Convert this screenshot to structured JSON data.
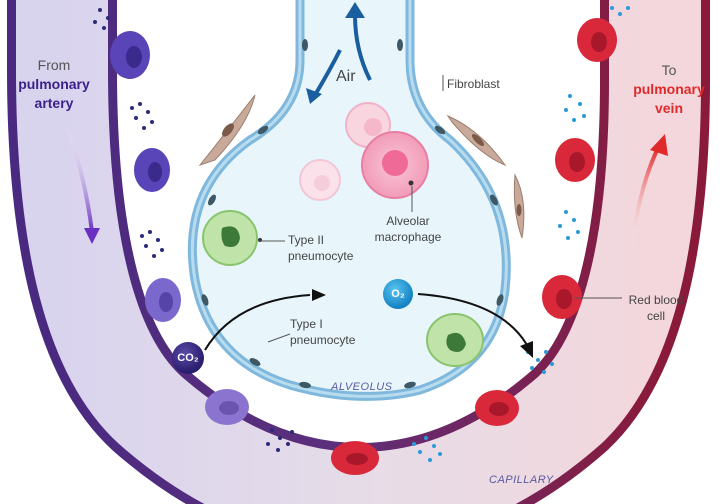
{
  "labels": {
    "from_line1": "From",
    "from_line2": "pulmonary",
    "from_line3": "artery",
    "to_line1": "To",
    "to_line2": "pulmonary",
    "to_line3": "vein",
    "air": "Air",
    "fibroblast": "Fibroblast",
    "type2_line1": "Type II",
    "type2_line2": "pneumocyte",
    "type1_line1": "Type I",
    "type1_line2": "pneumocyte",
    "macrophage_line1": "Alveolar",
    "macrophage_line2": "macrophage",
    "rbc_line1": "Red blood",
    "rbc_line2": "cell",
    "alveolus": "ALVEOLUS",
    "capillary": "CAPILLARY",
    "co2": "CO₂",
    "o2": "O₂"
  },
  "colors": {
    "artery_wall": "#4a2a80",
    "vein_wall": "#8a1a3a",
    "alveolus_fill": "#e8f6fc",
    "epithelium": "#7fb8dc",
    "deoxy_rbc": "#6d4fc8",
    "oxy_rbc": "#d8283a",
    "from_accent": "#3b1f8a",
    "to_accent": "#e02a2a"
  }
}
